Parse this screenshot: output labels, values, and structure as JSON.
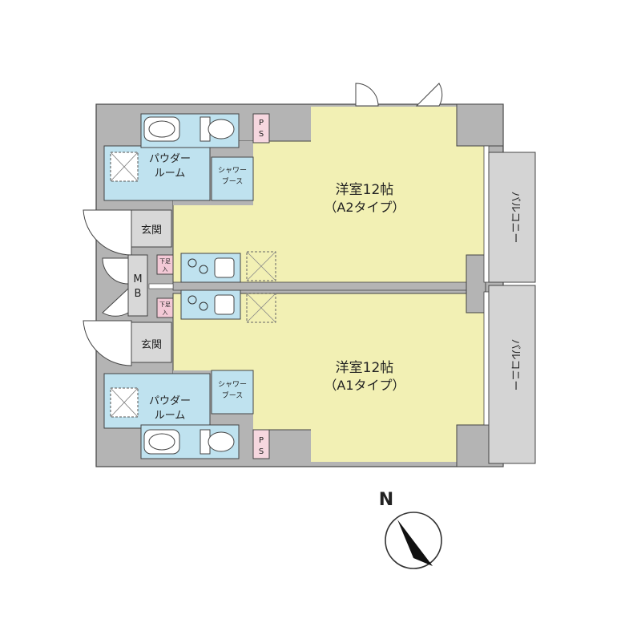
{
  "colors": {
    "wall": "#b4b4b4",
    "living": "#f2f0b4",
    "wet": "#bfe2ef",
    "entry": "#d8d8d8",
    "balcony": "#d4d4d4",
    "ps": "#f6d7df",
    "shoebox": "#f3c9d6"
  },
  "rooms": {
    "upper": {
      "name": "洋室12帖",
      "type": "（A2タイプ）"
    },
    "lower": {
      "name": "洋室12帖",
      "type": "（A1タイプ）"
    }
  },
  "labels": {
    "powder_top": [
      "パウダー",
      "ルーム"
    ],
    "powder_bottom": [
      "パウダー",
      "ルーム"
    ],
    "shower": [
      "シャワー",
      "ブース"
    ],
    "entrance": "玄関",
    "ps": [
      "P",
      "S"
    ],
    "mb": [
      "M",
      "B"
    ],
    "shoe": [
      "下足",
      "入"
    ],
    "balcony": "バルコニー"
  },
  "compass": {
    "letter": "N"
  }
}
